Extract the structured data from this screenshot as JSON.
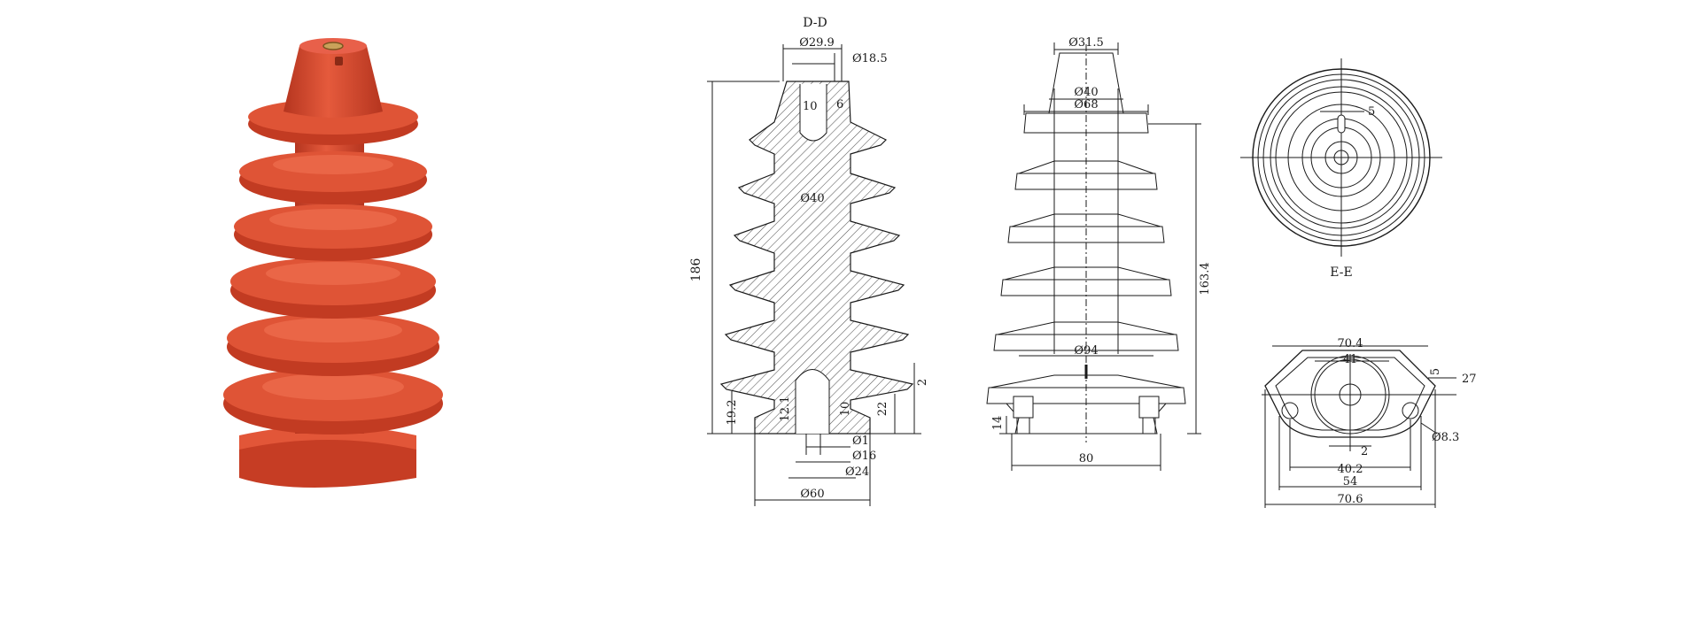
{
  "product": {
    "name": "insulator-photo",
    "color": "#d8452c",
    "shade": "#b5351f",
    "highlight": "#ee6a4c"
  },
  "section_view": {
    "title": "D-D",
    "dims": {
      "top_outer": "Ø29.9",
      "top_bore": "Ø18.5",
      "slot_width": "10",
      "slot_depth": "6",
      "core": "Ø40",
      "height": "186",
      "base_height": "19.2",
      "insert_left": "12.1",
      "insert_right": "10",
      "insert_depth": "22",
      "base_depth": "2",
      "d1": "Ø1",
      "d16": "Ø16",
      "d24": "Ø24",
      "d60": "Ø60"
    }
  },
  "side_view": {
    "dims": {
      "top": "Ø31.5",
      "neck": "Ø40",
      "shed_top": "Ø68",
      "shed_bottom": "Ø94",
      "height": "163.4",
      "base_height": "14",
      "base_width": "80"
    }
  },
  "top_view": {
    "title": "E-E",
    "dims": {
      "key": "5"
    }
  },
  "bottom_view": {
    "dims": {
      "top_width": "70.4",
      "boss": "41",
      "offset_small": "5",
      "offset_right": "27",
      "hole": "Ø8.3",
      "center_gap": "2",
      "hole_spacing": "40.2",
      "flat": "54",
      "overall": "70.6"
    }
  },
  "colors": {
    "line": "#1a1a1a",
    "hatch": "#555555"
  }
}
